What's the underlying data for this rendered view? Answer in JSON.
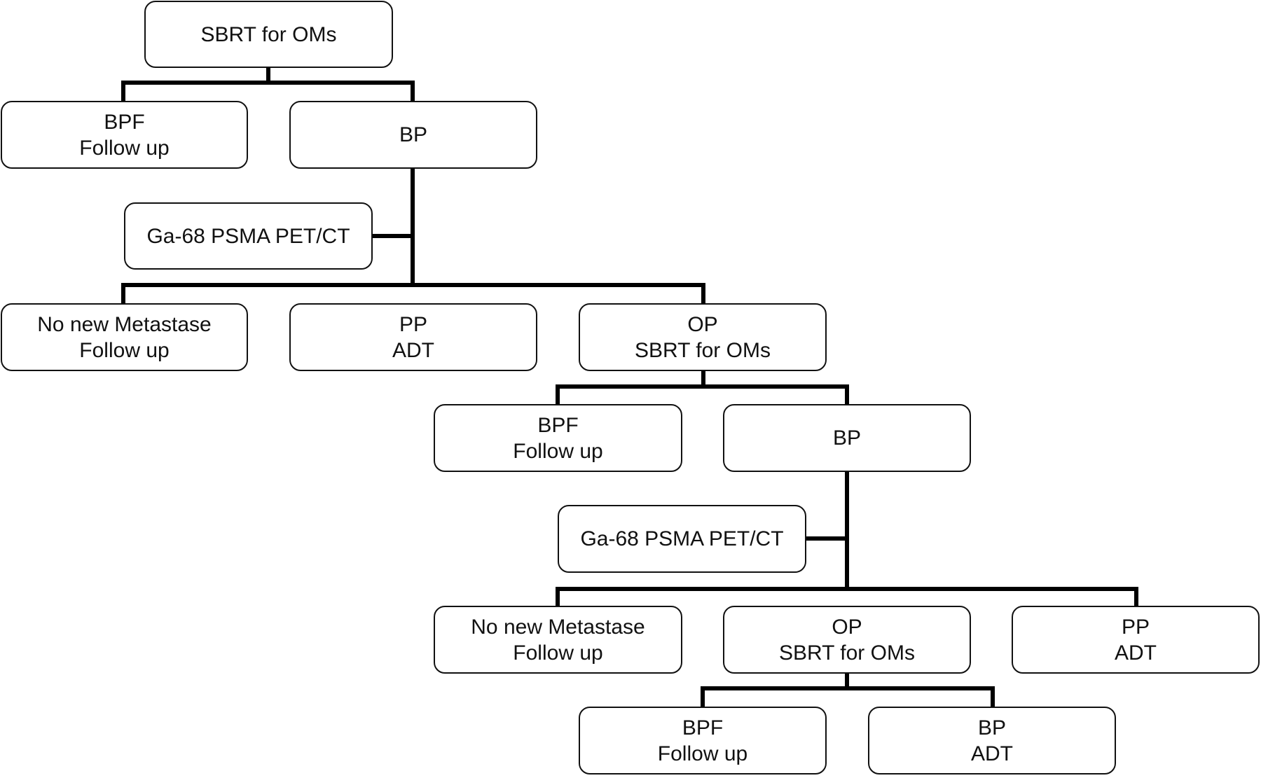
{
  "colors": {
    "line": "#000000",
    "box_border": "#111111",
    "text": "#111111",
    "background": "#ffffff"
  },
  "nodes": {
    "root": {
      "lines": [
        "SBRT for OMs"
      ]
    },
    "bpf1": {
      "lines": [
        "BPF",
        "Follow up"
      ]
    },
    "bp1": {
      "lines": [
        "BP"
      ]
    },
    "pet1": {
      "lines": [
        "Ga-68 PSMA PET/CT"
      ]
    },
    "nonew1": {
      "lines": [
        "No new Metastase",
        "Follow up"
      ]
    },
    "pp1": {
      "lines": [
        "PP",
        "ADT"
      ]
    },
    "op1": {
      "lines": [
        "OP",
        "SBRT for OMs"
      ]
    },
    "bpf2": {
      "lines": [
        "BPF",
        "Follow up"
      ]
    },
    "bp2": {
      "lines": [
        "BP"
      ]
    },
    "pet2": {
      "lines": [
        "Ga-68 PSMA PET/CT"
      ]
    },
    "nonew2": {
      "lines": [
        "No new Metastase",
        "Follow up"
      ]
    },
    "op2": {
      "lines": [
        "OP",
        "SBRT for OMs"
      ]
    },
    "pp2": {
      "lines": [
        "PP",
        "ADT"
      ]
    },
    "bpf3": {
      "lines": [
        "BPF",
        "Follow up"
      ]
    },
    "bp3": {
      "lines": [
        "BP",
        "ADT"
      ]
    }
  }
}
